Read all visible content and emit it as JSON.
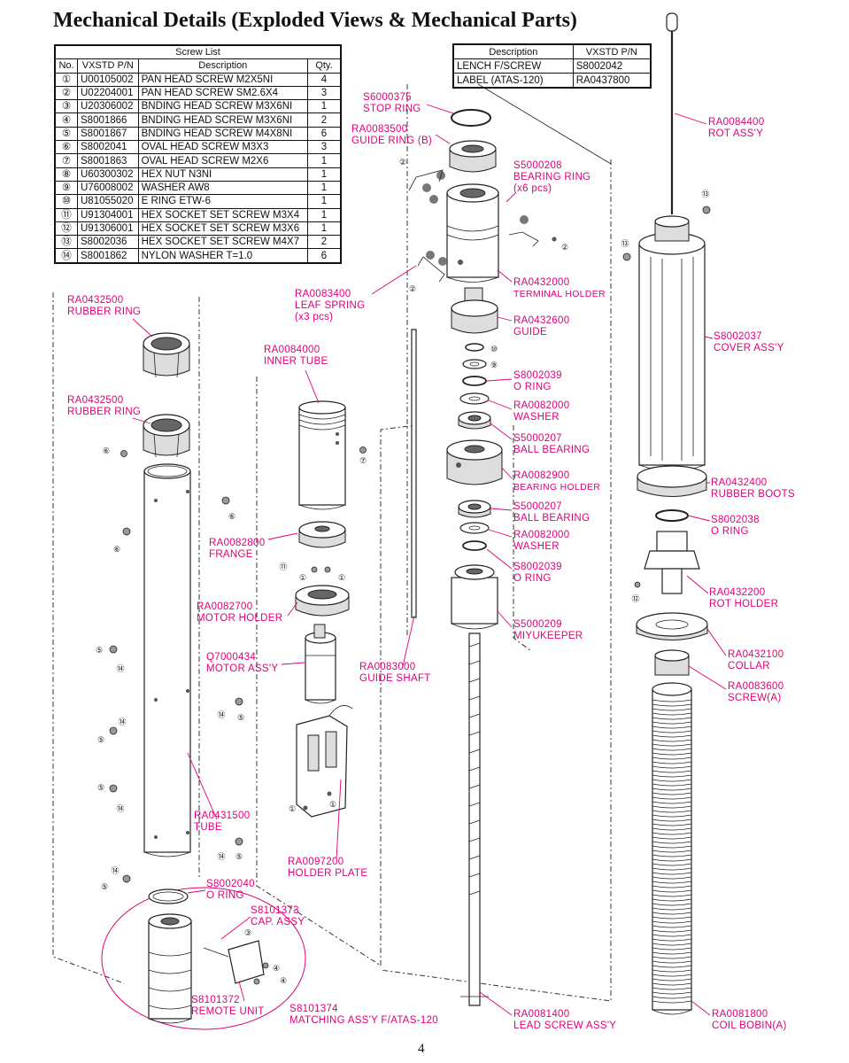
{
  "title": "Mechanical Details (Exploded Views & Mechanical Parts)",
  "page_number": "4",
  "screw_list": {
    "caption": "Screw List",
    "headers": [
      "No.",
      "VXSTD P/N",
      "Description",
      "Qty."
    ],
    "rows": [
      {
        "no": "①",
        "pn": "U00105002",
        "desc": "PAN HEAD SCREW M2X5NI",
        "qty": "4"
      },
      {
        "no": "②",
        "pn": "U02204001",
        "desc": "PAN HEAD SCREW SM2.6X4",
        "qty": "3"
      },
      {
        "no": "③",
        "pn": "U20306002",
        "desc": "BNDING HEAD SCREW M3X6NI",
        "qty": "1"
      },
      {
        "no": "④",
        "pn": "S8001866",
        "desc": "BNDING HEAD SCREW M3X6NI",
        "qty": "2"
      },
      {
        "no": "⑤",
        "pn": "S8001867",
        "desc": "BNDING HEAD SCREW M4X8NI",
        "qty": "6"
      },
      {
        "no": "⑥",
        "pn": "S8002041",
        "desc": "OVAL HEAD SCREW M3X3",
        "qty": "3"
      },
      {
        "no": "⑦",
        "pn": "S8001863",
        "desc": "OVAL HEAD SCREW M2X6",
        "qty": "1"
      },
      {
        "no": "⑧",
        "pn": "U60300302",
        "desc": "HEX NUT N3NI",
        "qty": "1"
      },
      {
        "no": "⑨",
        "pn": "U76008002",
        "desc": "WASHER AW8",
        "qty": "1"
      },
      {
        "no": "⑩",
        "pn": "U81055020",
        "desc": "E RING ETW-6",
        "qty": "1"
      },
      {
        "no": "⑪",
        "pn": "U91304001",
        "desc": "HEX SOCKET SET SCREW M3X4",
        "qty": "1"
      },
      {
        "no": "⑫",
        "pn": "U91306001",
        "desc": "HEX SOCKET SET SCREW M3X6",
        "qty": "1"
      },
      {
        "no": "⑬",
        "pn": "S8002036",
        "desc": "HEX SOCKET SET SCREW M4X7",
        "qty": "2"
      },
      {
        "no": "⑭",
        "pn": "S8001862",
        "desc": "NYLON WASHER T=1.0",
        "qty": "6"
      }
    ]
  },
  "misc_table": {
    "headers": [
      "Description",
      "VXSTD P/N"
    ],
    "rows": [
      {
        "desc": "LENCH F/SCREW",
        "pn": "S8002042"
      },
      {
        "desc": "LABEL (ATAS-120)",
        "pn": "RA0437800"
      }
    ]
  },
  "labels": {
    "rubber_ring_1": [
      "RA0432500",
      "RUBBER RING"
    ],
    "rubber_ring_2": [
      "RA0432500",
      "RUBBER RING"
    ],
    "inner_tube": [
      "RA0084000",
      "INNER TUBE"
    ],
    "frange": [
      "RA0082800",
      "FRANGE"
    ],
    "motor_holder": [
      "RA0082700",
      "MOTOR HOLDER"
    ],
    "motor_assy": [
      "Q7000434",
      "MOTOR ASS'Y"
    ],
    "tube": [
      "RA0431500",
      "TUBE"
    ],
    "holder_plate": [
      "RA0097200",
      "HOLDER PLATE"
    ],
    "o_ring_bottom": [
      "S8002040",
      "O RING"
    ],
    "cap_assy": [
      "S8101373",
      "CAP. ASSY"
    ],
    "remote_unit": [
      "S8101372",
      "REMOTE UNIT"
    ],
    "matching_assy": [
      "S8101374",
      "MATCHING ASS'Y F/ATAS-120"
    ],
    "stop_ring": [
      "S6000375",
      "STOP RING"
    ],
    "guide_ring": [
      "RA0083500",
      "GUIDE RING (B)"
    ],
    "bearing_ring": [
      "S5000208",
      "BEARING RING",
      "(x6 pcs)"
    ],
    "terminal_holder": [
      "RA0432000",
      "TERMINAL HOLDER"
    ],
    "leaf_spring": [
      "RA0083400",
      "LEAF SPRING",
      "(x3 pcs)"
    ],
    "guide": [
      "RA0432600",
      "GUIDE"
    ],
    "o_ring_1": [
      "S8002039",
      "O RING"
    ],
    "washer_1": [
      "RA0082000",
      "WASHER"
    ],
    "ball_bearing_1": [
      "S5000207",
      "BALL BEARING"
    ],
    "bearing_holder": [
      "RA0082900",
      "BEARING HOLDER"
    ],
    "ball_bearing_2": [
      "S5000207",
      "BALL BEARING"
    ],
    "washer_2": [
      "RA0082000",
      "WASHER"
    ],
    "o_ring_2": [
      "S8002039",
      "O RING"
    ],
    "miyukeeper": [
      "S5000209",
      "MIYUKEEPER"
    ],
    "guide_shaft": [
      "RA0083000",
      "GUIDE SHAFT"
    ],
    "lead_screw": [
      "RA0081400",
      "LEAD SCREW ASS'Y"
    ],
    "rot_assy": [
      "RA0084400",
      "ROT ASS'Y"
    ],
    "cover_assy": [
      "S8002037",
      "COVER ASS'Y"
    ],
    "rubber_boots": [
      "RA0432400",
      "RUBBER BOOTS"
    ],
    "o_ring_top": [
      "S8002038",
      "O RING"
    ],
    "rot_holder": [
      "RA0432200",
      "ROT HOLDER"
    ],
    "collar": [
      "RA0432100",
      "COLLAR"
    ],
    "screw_a": [
      "RA0083600",
      "SCREW(A)"
    ],
    "coil_bobin": [
      "RA0081800",
      "COIL BOBIN(A)"
    ]
  },
  "callouts": {
    "c1": "①",
    "c2": "②",
    "c3": "③",
    "c4": "④",
    "c5": "⑤",
    "c6": "⑥",
    "c7": "⑦",
    "c9": "⑨",
    "c10": "⑩",
    "c11": "⑪",
    "c12": "⑫",
    "c13": "⑬",
    "c14": "⑭"
  }
}
